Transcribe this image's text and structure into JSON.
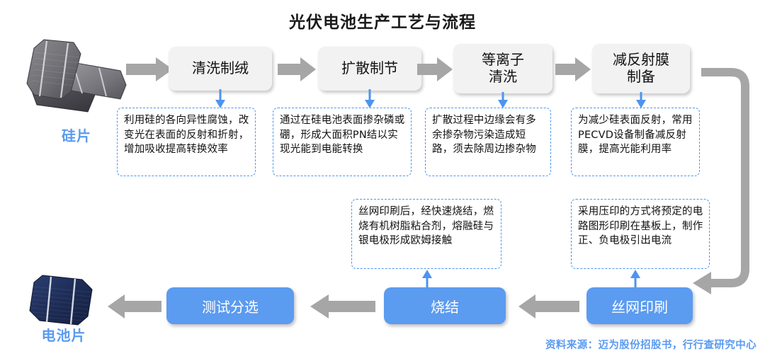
{
  "title": "光伏电池生产工艺与流程",
  "colors": {
    "accent_blue": "#5b9bf0",
    "note_border": "#4d94f0",
    "arrow_gray": "#a6a6a6",
    "proc_box": "#f2f2f2",
    "title_text": "#1a1a1a"
  },
  "side_labels": {
    "input": "硅片",
    "output": "电池片"
  },
  "top_row": {
    "steps": [
      {
        "label": "清洗制绒",
        "label_lines": [
          "清洗制绒"
        ]
      },
      {
        "label": "扩散制节",
        "label_lines": [
          "扩散制节"
        ]
      },
      {
        "label": "等离子清洗",
        "label_lines": [
          "等离子",
          "清洗"
        ]
      },
      {
        "label": "减反射膜制备",
        "label_lines": [
          "减反射膜",
          "制备"
        ]
      }
    ]
  },
  "bottom_row": {
    "steps": [
      {
        "label": "测试分选"
      },
      {
        "label": "烧结"
      },
      {
        "label": "丝网印刷"
      }
    ]
  },
  "notes": {
    "clean_texture": "利用硅的各向异性腐蚀，改变光在表面的反射和折射，增加吸收提高转换效率",
    "diffusion": "通过在硅电池表面掺杂磷或硼，形成大面积PN结以实现光能到电能转换",
    "plasma_clean": "扩散过程中边缘会有多余掺杂物污染造成短路，须去除周边掺杂物",
    "arc_film": "为减少硅表面反射，常用PECVD设备制备减反射膜，提高光能利用率",
    "sintering": "丝网印刷后，经快速烧结，燃烧有机树脂粘合剂，熔融硅与银电极形成欧姆接触",
    "screen_print": "采用压印的方式将预定的电路图形印刷在基板上，制作正、负电极引出电流"
  },
  "footer": "资料来源：迈为股份招股书，行行查研究中心",
  "icons": {
    "wafer": "silicon-wafer-image",
    "cell": "solar-cell-image",
    "arrow": "right-arrow-icon"
  }
}
